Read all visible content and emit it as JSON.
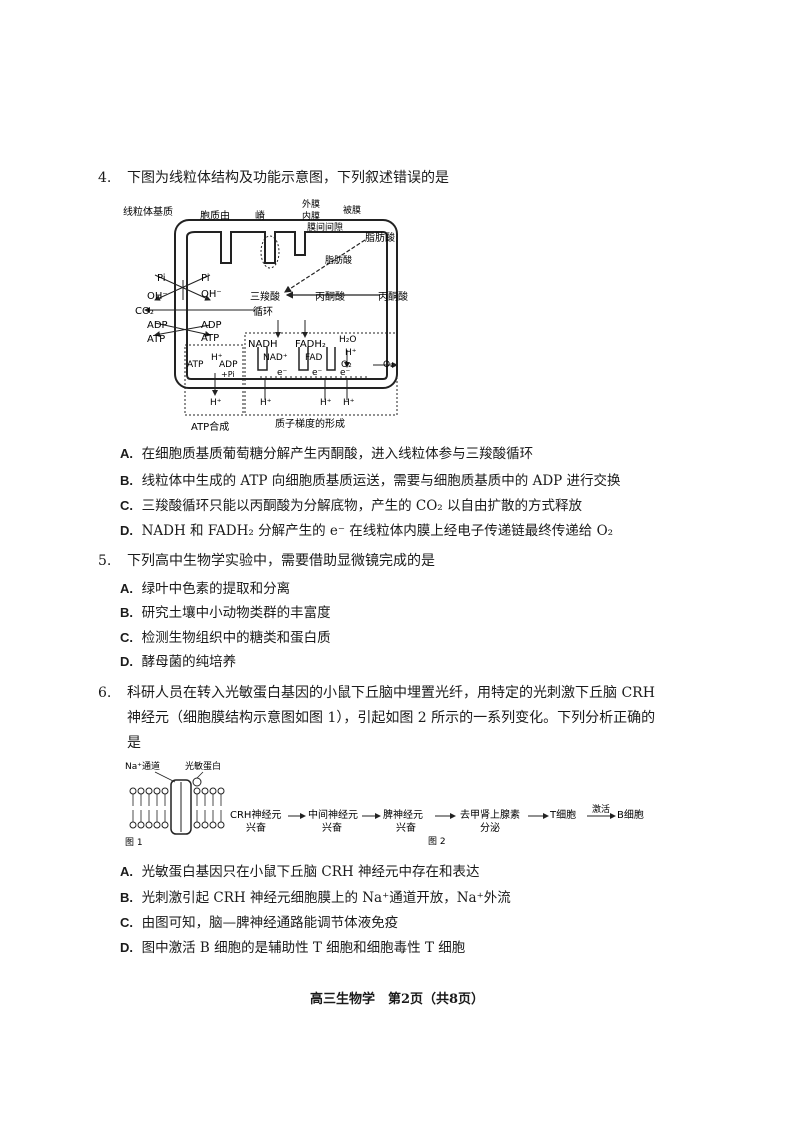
{
  "q4": {
    "number": "4.",
    "stem": "下图为线粒体结构及功能示意图，下列叙述错误的是",
    "diagram": {
      "matrix": "线粒体基质",
      "cytoplasm": "胞质由",
      "crista": "嵴",
      "outer": "外膜",
      "inner": "内膜",
      "intermembrane": "膜间间隙",
      "envelope": "被膜",
      "fatty_acid_out": "脂肪酸",
      "fatty_acid_in": "脂肪酸",
      "tca": "三羧酸",
      "cycle": "循环",
      "pyruvate_in": "丙酮酸",
      "pyruvate_out": "丙酮酸",
      "pi_out": "Pi",
      "pi_in": "Pi",
      "oh_out": "OH⁻",
      "oh_in": "OH⁻",
      "co2": "CO₂",
      "adp_out": "ADP",
      "adp_in": "ADP",
      "atp_out": "ATP",
      "atp_in": "ATP",
      "nadh": "NADH",
      "fadh2": "FADH₂",
      "nadp": "NAD⁺",
      "fad": "FAD",
      "h2o": "H₂O",
      "h_plus": "H⁺",
      "o2_in": "O₂",
      "o2_out": "O₂",
      "electron": "e⁻",
      "synth_atp": "ATP",
      "synth_adp": "ADP",
      "synth_pi": "+Pi",
      "atp_synthesis": "ATP合成",
      "gradient": "质子梯度的形成"
    },
    "options": [
      {
        "label": "A.",
        "text": "在细胞质基质葡萄糖分解产生丙酮酸，进入线粒体参与三羧酸循环"
      },
      {
        "label": "B.",
        "text": "线粒体中生成的 ATP 向细胞质基质运送，需要与细胞质基质中的 ADP 进行交换"
      },
      {
        "label": "C.",
        "text": "三羧酸循环只能以丙酮酸为分解底物，产生的 CO₂ 以自由扩散的方式释放"
      },
      {
        "label": "D.",
        "text": "NADH 和 FADH₂ 分解产生的 e⁻ 在线粒体内膜上经电子传递链最终传递给 O₂"
      }
    ]
  },
  "q5": {
    "number": "5.",
    "stem": "下列高中生物学实验中，需要借助显微镜完成的是",
    "options": [
      {
        "label": "A.",
        "text": "绿叶中色素的提取和分离"
      },
      {
        "label": "B.",
        "text": "研究土壤中小动物类群的丰富度"
      },
      {
        "label": "C.",
        "text": "检测生物组织中的糖类和蛋白质"
      },
      {
        "label": "D.",
        "text": "酵母菌的纯培养"
      }
    ]
  },
  "q6": {
    "number": "6.",
    "stem_line1": "科研人员在转入光敏蛋白基因的小鼠下丘脑中埋置光纤，用特定的光刺激下丘脑 CRH",
    "stem_line2": "神经元（细胞膜结构示意图如图 1），引起如图 2 所示的一系列变化。下列分析正确的",
    "stem_line3": "是",
    "fig1": {
      "na_channel": "Na⁺通道",
      "photoprotein": "光敏蛋白",
      "caption": "图 1"
    },
    "fig2": {
      "step1_a": "CRH神经元",
      "step1_b": "兴奋",
      "step2_a": "中间神经元",
      "step2_b": "兴奋",
      "step3_a": "脾神经元",
      "step3_b": "兴奋",
      "step4_a": "去甲肾上腺素",
      "step4_b": "分泌",
      "step5": "T细胞",
      "activate": "激活",
      "step6": "B细胞",
      "caption": "图 2"
    },
    "options": [
      {
        "label": "A.",
        "text": "光敏蛋白基因只在小鼠下丘脑 CRH 神经元中存在和表达"
      },
      {
        "label": "B.",
        "text": "光刺激引起 CRH 神经元细胞膜上的 Na⁺通道开放，Na⁺外流"
      },
      {
        "label": "C.",
        "text": "由图可知，脑—脾神经通路能调节体液免疫"
      },
      {
        "label": "D.",
        "text": "图中激活 B 细胞的是辅助性 T 细胞和细胞毒性 T 细胞"
      }
    ]
  },
  "footer": "高三生物学　第2页（共8页）"
}
